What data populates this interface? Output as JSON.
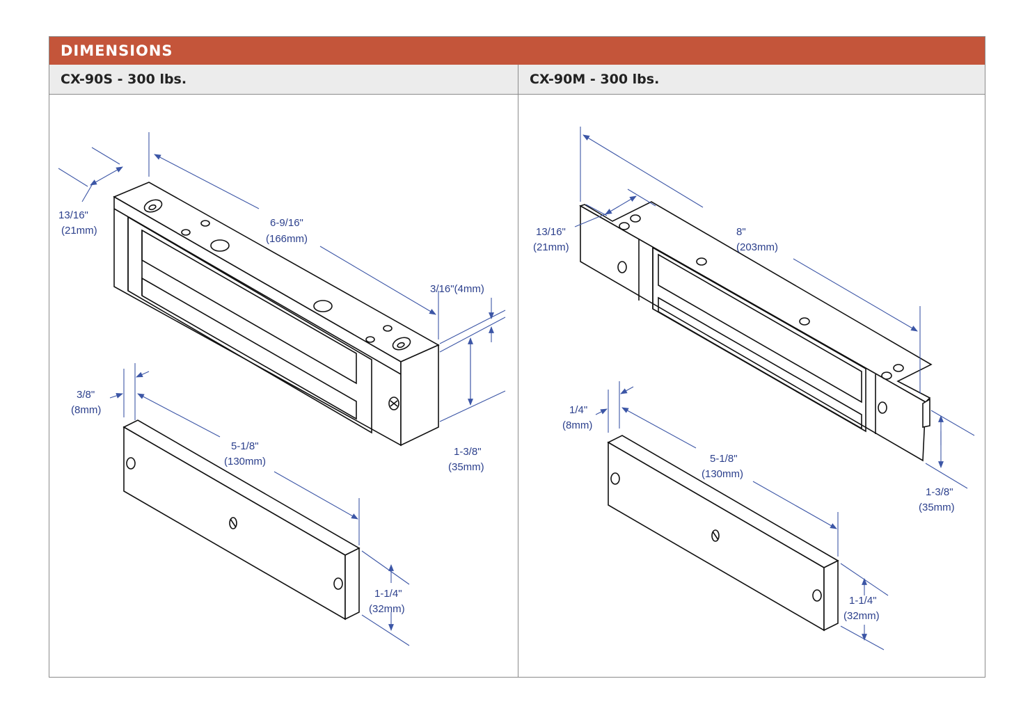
{
  "header": {
    "title": "DIMENSIONS"
  },
  "models": [
    {
      "title": "CX-90S  -  300 lbs.",
      "dims": {
        "depth_in": "13/16\"",
        "depth_mm": "(21mm)",
        "length_in": "6-9/16\"",
        "length_mm": "(166mm)",
        "lip": "3/16\"(4mm)",
        "height_in": "1-3/8\"",
        "height_mm": "(35mm)",
        "plate_depth_in": "3/8\"",
        "plate_depth_mm": "(8mm)",
        "plate_length_in": "5-1/8\"",
        "plate_length_mm": "(130mm)",
        "plate_height_in": "1-1/4\"",
        "plate_height_mm": "(32mm)"
      }
    },
    {
      "title": "CX-90M  -  300 lbs.",
      "dims": {
        "depth_in": "13/16\"",
        "depth_mm": "(21mm)",
        "length_in": "8\"",
        "length_mm": "(203mm)",
        "height_in": "1-3/8\"",
        "height_mm": "(35mm)",
        "plate_depth_in": "1/4\"",
        "plate_depth_mm": "(8mm)",
        "plate_length_in": "5-1/8\"",
        "plate_length_mm": "(130mm)",
        "plate_height_in": "1-1/4\"",
        "plate_height_mm": "(32mm)"
      }
    }
  ],
  "colors": {
    "banner": "#c4553a",
    "subheader": "#ececec",
    "dimension": "#3c56a6"
  }
}
